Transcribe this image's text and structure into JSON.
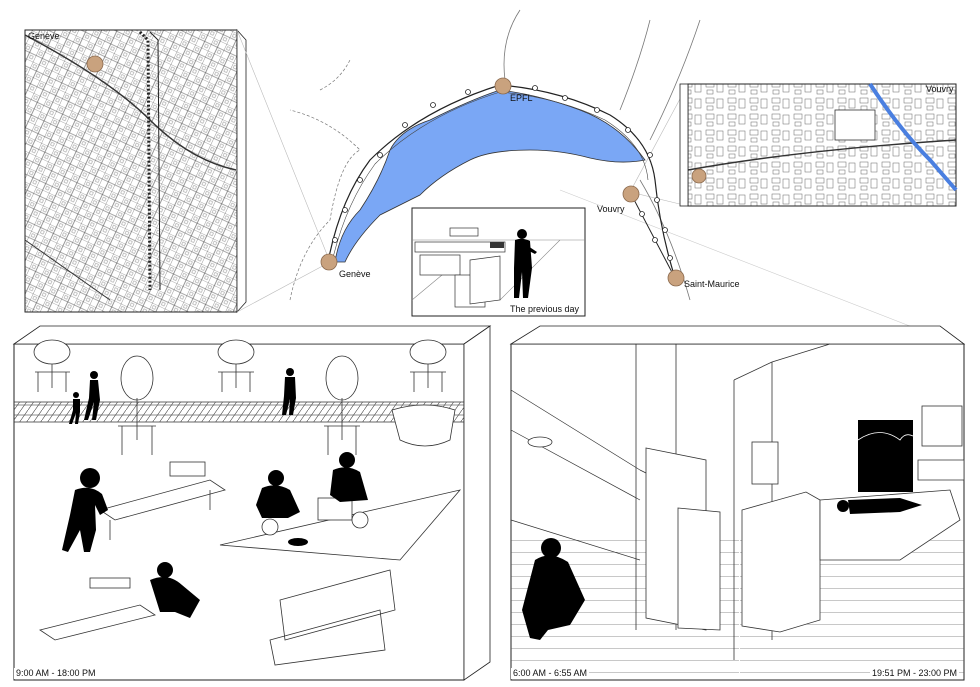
{
  "map": {
    "labels": {
      "epfl": "EPFL",
      "geneve": "Genève",
      "vouvry": "Vouvry",
      "saint_maurice": "Saint-Maurice"
    }
  },
  "inset_left": {
    "label": "Genève"
  },
  "inset_right": {
    "label": "Vouvry"
  },
  "inset_kitchen": {
    "caption": "The previous day"
  },
  "scene_workshop": {
    "time": "9:00 AM - 18:00  PM"
  },
  "scene_home": {
    "time_morning": "6:00 AM - 6:55 AM",
    "time_evening": "19:51 PM - 23:00 PM"
  },
  "colors": {
    "lake": "#7aa7f5",
    "marker": "#c9a27e",
    "line": "#222222",
    "river_blue": "#4a7fe0"
  }
}
